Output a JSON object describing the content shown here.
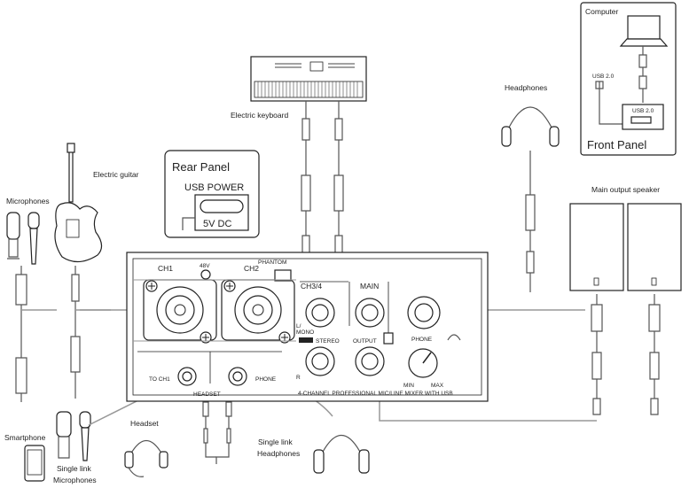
{
  "labels": {
    "computer": "Computer",
    "front_panel": "Front Panel",
    "usb_20_a": "USB 2.0",
    "usb_20_b": "USB 2.0",
    "electric_keyboard": "Electric keyboard",
    "headphones": "Headphones",
    "rear_panel": "Rear Panel",
    "usb_power": "USB POWER",
    "five_v_dc": "5V DC",
    "electric_guitar": "Electric guitar",
    "microphones": "Microphones",
    "main_output_speaker": "Main output speaker",
    "smartphone": "Smartphone",
    "single_link_microphones_1": "Single link",
    "single_link_microphones_2": "Microphones",
    "headset": "Headset",
    "single_link_headphones_1": "Single link",
    "single_link_headphones_2": "Headphones"
  },
  "mixer": {
    "ch1": "CH1",
    "v48": "48V",
    "ch2": "CH2",
    "phantom": "PHANTOM",
    "ch34": "CH3/4",
    "main": "MAIN",
    "l_mono": "L/",
    "mono": "MONO",
    "stereo": "STEREO",
    "output": "OUTPUT",
    "phone": "PHONE",
    "r": "R",
    "to_ch1": "TO CH1",
    "headset": "HEADSET",
    "phone2": "PHONE",
    "min": "MIN",
    "max": "MAX",
    "model": "4-CHANNEL PROFESSIONAL MIC/LINE MIXER WITH USB"
  }
}
